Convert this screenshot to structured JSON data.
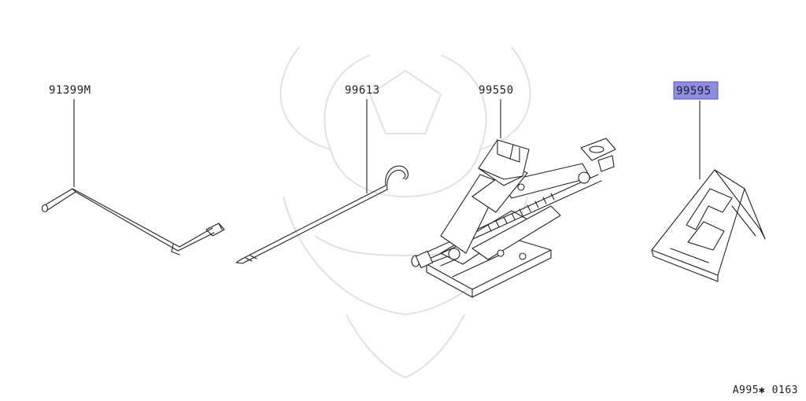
{
  "parts": [
    {
      "number": "91399M",
      "highlighted": false,
      "icon": "wheel-brace"
    },
    {
      "number": "99613",
      "highlighted": false,
      "icon": "jack-handle-rod"
    },
    {
      "number": "99550",
      "highlighted": false,
      "icon": "scissor-jack"
    },
    {
      "number": "99595",
      "highlighted": true,
      "icon": "wheel-chock"
    }
  ],
  "figure_code": "A995✱ 0163",
  "colors": {
    "highlight": "#8c8ce0",
    "line": "#222222",
    "watermark": "#c8c8c8"
  }
}
